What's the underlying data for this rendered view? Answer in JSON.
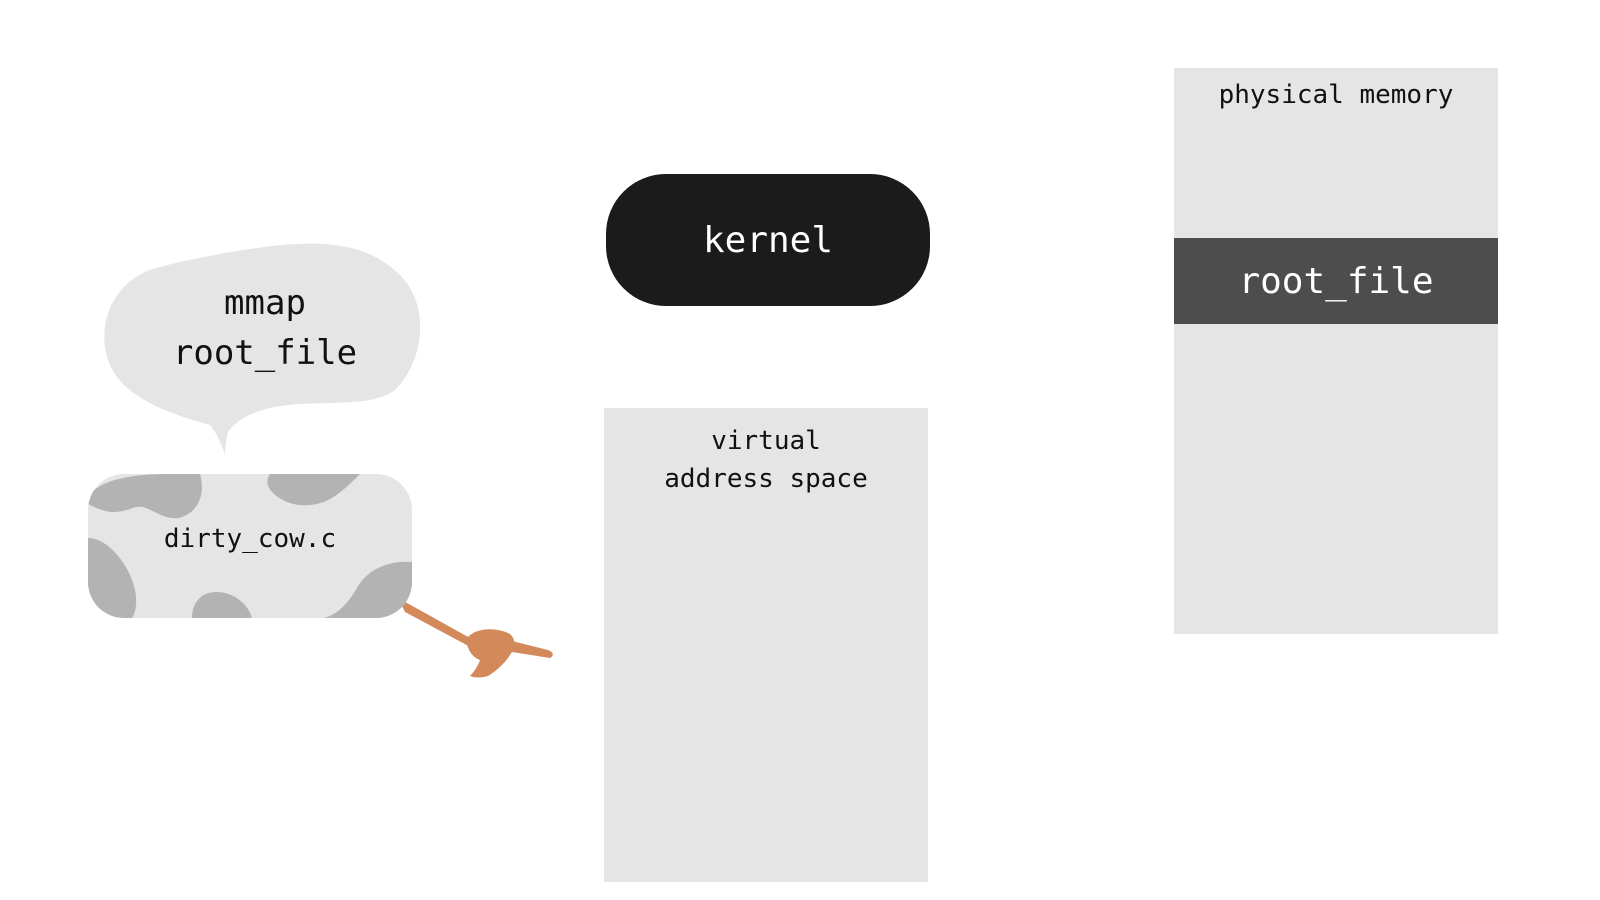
{
  "bubble": {
    "line1": "mmap",
    "line2": "root_file"
  },
  "program": {
    "label": "dirty_cow.c"
  },
  "kernel": {
    "label": "kernel"
  },
  "virtual_memory": {
    "line1": "virtual",
    "line2": "address space"
  },
  "physical_memory": {
    "title": "physical memory",
    "block_label": "root_file"
  },
  "colors": {
    "panel": "#e5e5e5",
    "kernel": "#1b1b1b",
    "block": "#4d4d4d",
    "spots": "#b3b3b3",
    "hand": "#d4895a"
  },
  "icons": {
    "pointer": "pointing-hand-icon"
  }
}
